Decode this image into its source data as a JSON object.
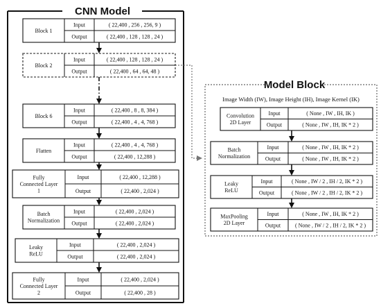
{
  "cnn_title": "CNN Model",
  "model_title": "Model Block",
  "model_subtitle": "Image Width (IW), Image Height (IH), Image Kernel (IK)",
  "io_labels": {
    "input": "Input",
    "output": "Output"
  },
  "cnn_blocks": [
    {
      "name": [
        "Block 1"
      ],
      "input": "( 22,400 ,  256 , 256,  9 )",
      "output": "( 22,400 ,  128 , 128 ,  24 )",
      "style": "solid"
    },
    {
      "name": [
        "Block 2"
      ],
      "input": "( 22,400 ,  128 , 128 ,  24 )",
      "output": "( 22,400 ,  64 , 64,  48 )",
      "style": "dashed"
    },
    {
      "name": [
        "Block 6"
      ],
      "input": "( 22,400 ,  8 , 8,  384 )",
      "output": "( 22,400 ,  4 , 4,  768 )",
      "style": "solid"
    },
    {
      "name": [
        "Flatten"
      ],
      "input": "( 22,400 ,  4 , 4,  768 )",
      "output": "( 22,400 , 12,288 )",
      "style": "solid"
    },
    {
      "name": [
        "Fully",
        "Connected Layer",
        "1"
      ],
      "input": "( 22,400 , 12,288 )",
      "output": "( 22,400 , 2,024 )",
      "style": "solid"
    },
    {
      "name": [
        "Batch",
        "Normalization"
      ],
      "input": "( 22,400 , 2,024 )",
      "output": "( 22,400 , 2,024 )",
      "style": "solid"
    },
    {
      "name": [
        "Leaky",
        "ReLU"
      ],
      "input": "( 22,400 , 2,024 )",
      "output": "( 22,400 , 2,024 )",
      "style": "solid"
    },
    {
      "name": [
        "Fully",
        "Connected Layer",
        "2"
      ],
      "input": "( 22,400 , 2,024 )",
      "output": "( 22,400 ,  28 )",
      "style": "solid"
    }
  ],
  "model_blocks": [
    {
      "name": [
        "Convolution",
        "2D Layer"
      ],
      "input": "( None ,  IW , IH,  IK )",
      "output": "( None ,  IW , IH,  IK * 2 )"
    },
    {
      "name": [
        "Batch",
        "Normalization"
      ],
      "input": "( None ,  IW , IH,  IK * 2 )",
      "output": "( None ,  IW , IH,  IK * 2 )"
    },
    {
      "name": [
        "Leaky",
        "ReLU"
      ],
      "input": "( None ,  IW / 2 , IH / 2,  IK * 2 )",
      "output": "( None ,  IW / 2 , IH / 2,  IK * 2 )"
    },
    {
      "name": [
        "MaxPooling",
        "2D Layer"
      ],
      "input": "( None ,  IW , IH,  IK * 2 )",
      "output": "( None ,  IW / 2 , IH / 2,  IK * 2 )"
    }
  ]
}
